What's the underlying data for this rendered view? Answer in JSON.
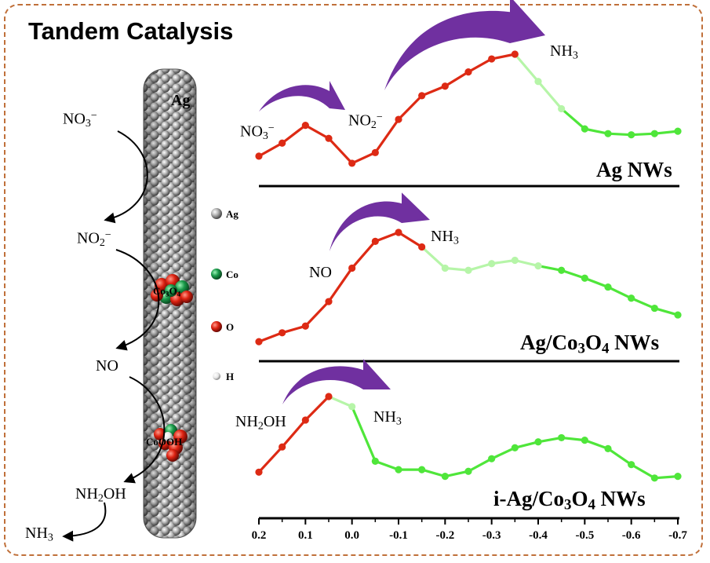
{
  "title": "Tandem Catalysis",
  "rod": {
    "top_label": "Ag",
    "site1_label": "Co3O4",
    "site2_label": "CoOOH"
  },
  "legend": [
    {
      "label": "Ag",
      "color": "#c8c8c8"
    },
    {
      "label": "Co",
      "color": "#1a9a4a"
    },
    {
      "label": "O",
      "color": "#dd2211"
    },
    {
      "label": "H",
      "color": "#f0f0f0"
    }
  ],
  "pathway": [
    "NO3−",
    "NO2−",
    "NO",
    "NH2OH",
    "NH3"
  ],
  "chart_data": {
    "type": "line",
    "x_ticks": [
      "0.2",
      "0.1",
      "0.0",
      "-0.1",
      "-0.2",
      "-0.3",
      "-0.4",
      "-0.5",
      "-0.6",
      "-0.7"
    ],
    "xlim": [
      0.2,
      -0.7
    ],
    "colors": {
      "red": "#dd2a14",
      "light_green": "#b6f5a8",
      "green": "#4fe63a"
    },
    "panels": [
      {
        "name": "Ag NWs",
        "x": [
          0.2,
          0.15,
          0.1,
          0.05,
          0.0,
          -0.05,
          -0.1,
          -0.15,
          -0.2,
          -0.25,
          -0.3,
          -0.35,
          -0.4,
          -0.45,
          -0.5,
          -0.55,
          -0.6,
          -0.65,
          -0.7
        ],
        "y": [
          0.14,
          0.25,
          0.4,
          0.29,
          0.08,
          0.17,
          0.45,
          0.65,
          0.73,
          0.85,
          0.96,
          1.0,
          0.77,
          0.54,
          0.37,
          0.33,
          0.32,
          0.33,
          0.35
        ],
        "red_until": 11,
        "light_until": 13,
        "annotations": [
          "NO3−",
          "NO2−",
          "NH3"
        ]
      },
      {
        "name": "Ag/Co3O4 NWs",
        "x": [
          0.2,
          0.15,
          0.1,
          0.05,
          0.0,
          -0.05,
          -0.1,
          -0.15,
          -0.2,
          -0.25,
          -0.3,
          -0.35,
          -0.4,
          -0.45,
          -0.5,
          -0.55,
          -0.6,
          -0.65,
          -0.7
        ],
        "y": [
          0.02,
          0.1,
          0.16,
          0.38,
          0.68,
          0.92,
          1.0,
          0.87,
          0.68,
          0.66,
          0.72,
          0.75,
          0.7,
          0.66,
          0.59,
          0.51,
          0.41,
          0.32,
          0.26
        ],
        "red_until": 7,
        "light_until": 12,
        "annotations": [
          "NO",
          "NH3"
        ]
      },
      {
        "name": "i-Ag/Co3O4 NWs",
        "x": [
          0.2,
          0.15,
          0.1,
          0.05,
          0.0,
          -0.05,
          -0.1,
          -0.15,
          -0.2,
          -0.25,
          -0.3,
          -0.35,
          -0.4,
          -0.45,
          -0.5,
          -0.55,
          -0.6,
          -0.65,
          -0.7
        ],
        "y": [
          0.1,
          0.4,
          0.72,
          1.0,
          0.88,
          0.23,
          0.13,
          0.13,
          0.05,
          0.11,
          0.26,
          0.39,
          0.46,
          0.51,
          0.48,
          0.38,
          0.19,
          0.03,
          0.05
        ],
        "red_until": 3,
        "light_until": 4,
        "annotations": [
          "NH2OH",
          "NH3"
        ]
      }
    ]
  }
}
